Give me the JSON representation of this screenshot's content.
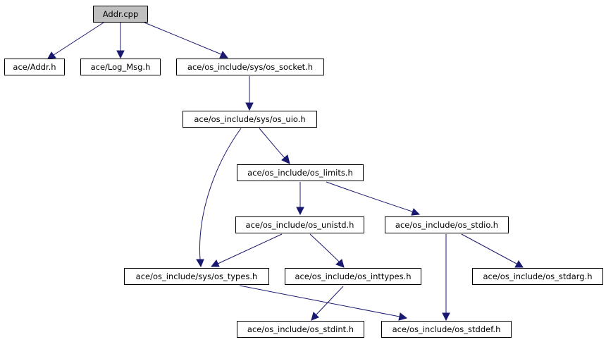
{
  "graph": {
    "edge_color": "#191970",
    "root_fill": "#bfbfbf",
    "nodes": {
      "addr_cpp": "Addr.cpp",
      "addr_h": "ace/Addr.h",
      "log_msg_h": "ace/Log_Msg.h",
      "os_socket_h": "ace/os_include/sys/os_socket.h",
      "os_uio_h": "ace/os_include/sys/os_uio.h",
      "os_limits_h": "ace/os_include/os_limits.h",
      "os_unistd_h": "ace/os_include/os_unistd.h",
      "os_stdio_h": "ace/os_include/os_stdio.h",
      "os_types_h": "ace/os_include/sys/os_types.h",
      "os_inttypes_h": "ace/os_include/os_inttypes.h",
      "os_stdarg_h": "ace/os_include/os_stdarg.h",
      "os_stdint_h": "ace/os_include/os_stdint.h",
      "os_stddef_h": "ace/os_include/os_stddef.h"
    }
  }
}
